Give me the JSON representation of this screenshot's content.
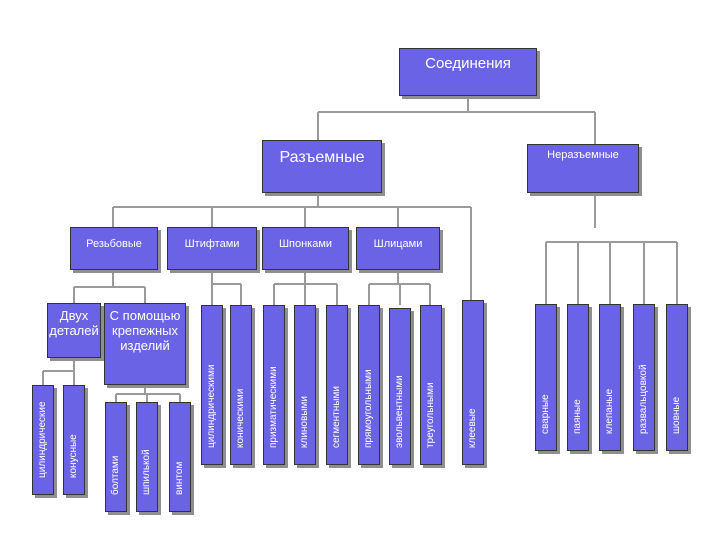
{
  "root": "Соединения",
  "level2": {
    "detachable": "Разъемные",
    "permanent": "Неразъемные"
  },
  "level3": {
    "threaded": "Резьбовые",
    "pinned": "Штифтами",
    "keyed": "Шпонками",
    "splined": "Шлицами"
  },
  "threaded_groups": {
    "two_parts": "Двух деталей",
    "fasteners": "С помощью крепежных изделий"
  },
  "two_parts_items": [
    "цилиндрические",
    "конусные"
  ],
  "fastener_items": [
    "болтами",
    "шпилькой",
    "винтом"
  ],
  "pin_items": [
    "цилиндрическими",
    "коническими"
  ],
  "key_items": [
    "призматическими",
    "клиновыми",
    "сегментными"
  ],
  "spline_items": [
    "прямоугольными",
    "эвольвентными",
    "треугольными"
  ],
  "extra_item": "клеевые",
  "permanent_items": [
    "сварные",
    "паяные",
    "клепаные",
    "развальцовкой",
    "шовные"
  ],
  "colors": {
    "box_fill": "#6b63e6",
    "box_border": "#333333",
    "shadow": "#8f8f8f",
    "connector": "#9a9a9a"
  }
}
